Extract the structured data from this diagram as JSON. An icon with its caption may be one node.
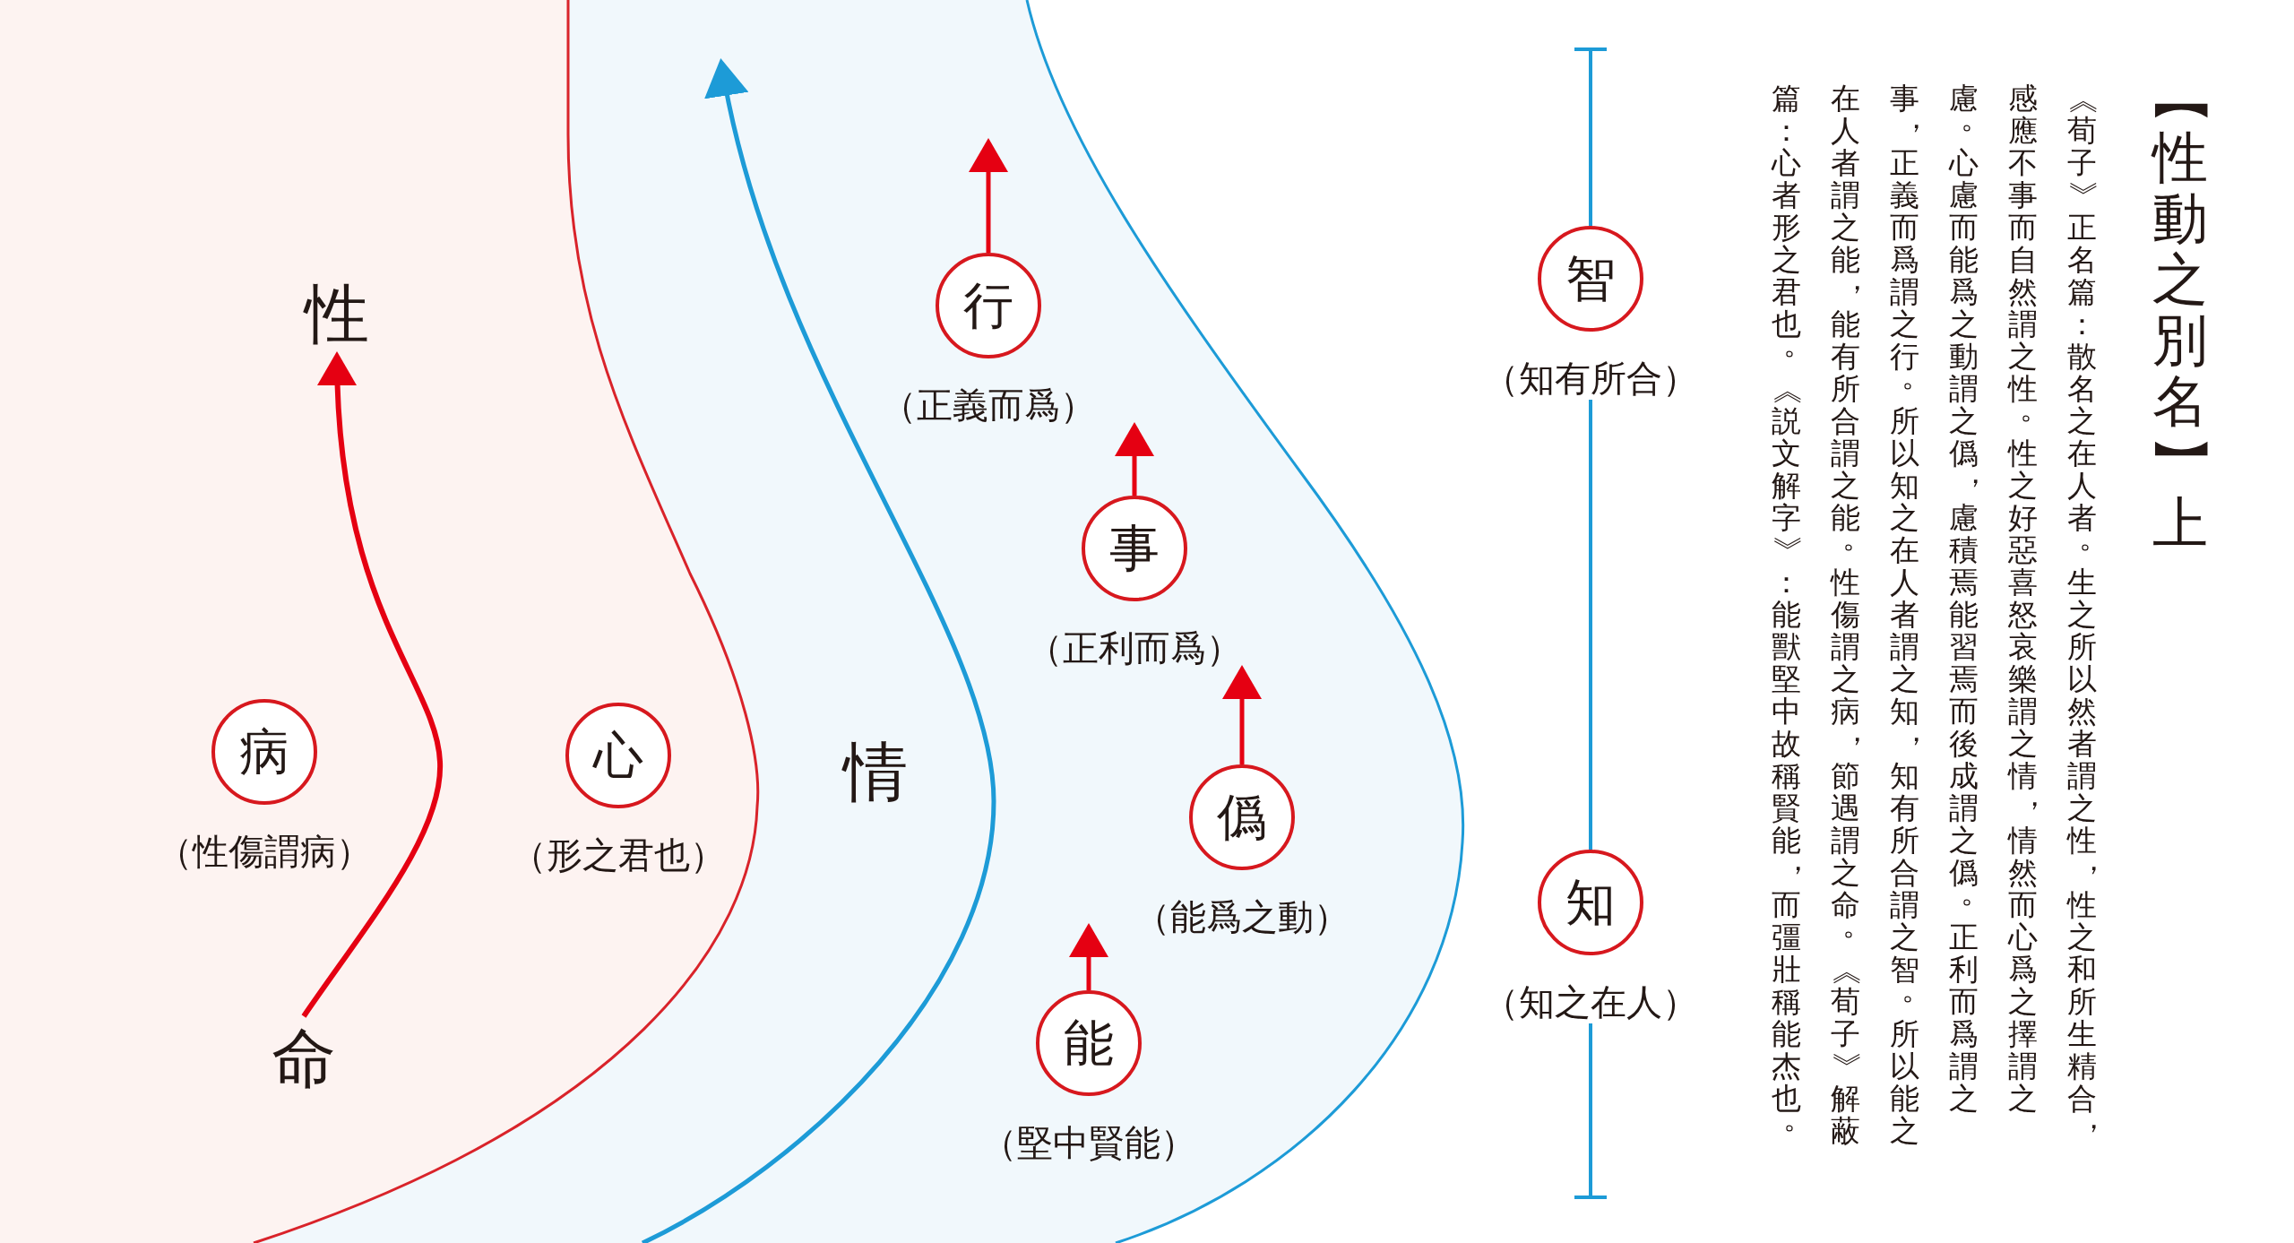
{
  "diagram": {
    "title": "【性動之別名】上",
    "nodes": [
      {
        "text": [],
        "shape": "band"
      },
      {
        "text": [
          "性"
        ],
        "in": 0
      },
      {
        "text": [
          "病"
        ],
        "in": 0,
        "beside": [
          "（性傷謂病）"
        ]
      },
      {
        "text": [
          "心"
        ],
        "in": 0,
        "beside": [
          "（形之君也）"
        ]
      },
      {
        "text": [
          "命"
        ],
        "in": 0
      },
      {
        "text": [
          "情"
        ]
      },
      {
        "text": [
          "行"
        ],
        "in": 5,
        "beside": [
          "（正義而爲）"
        ]
      },
      {
        "text": [
          "事"
        ],
        "in": 5,
        "beside": [
          "（正利而爲）"
        ]
      },
      {
        "text": [
          "僞"
        ],
        "in": 5,
        "beside": [
          "（能爲之動）"
        ]
      },
      {
        "text": [
          "能"
        ],
        "in": 5,
        "beside": [
          "（堅中賢能）"
        ]
      },
      {
        "text": [
          "智"
        ],
        "beside": [
          "（知有所合）"
        ]
      },
      {
        "text": [
          "知"
        ],
        "beside": [
          "（知之在人）"
        ]
      }
    ],
    "edges": [
      {
        "from": 4,
        "to": 1,
        "arrow": "to"
      },
      {
        "from": 6,
        "to": null,
        "arrow": "to"
      },
      {
        "from": 7,
        "to": 6,
        "arrow": "to"
      },
      {
        "from": 8,
        "to": 7,
        "arrow": "to"
      },
      {
        "from": 9,
        "to": null,
        "arrow": "to"
      },
      {
        "from": 11,
        "to": 10,
        "arrow": "none",
        "color": "#1d9bd7"
      },
      {
        "from": 10,
        "to": null,
        "arrow": "other",
        "color": "#1d9bd7"
      },
      {
        "from": 11,
        "to": null,
        "arrow": "other",
        "color": "#1d9bd7"
      }
    ],
    "labels": [
      "《荀子》正名篇：散名之在人者。生之所以然者謂之性，性之和所生精合，感應不事而自然謂之性。性之好惡喜怒哀樂謂之情，情然而心爲之擇謂之慮。心慮而能爲之動謂之僞，慮積焉能習焉而後成謂之僞。正利而爲謂之事，正義而爲謂之行。所以知之在人者謂之知，知有所合謂之智。所以能之在人者謂之能，能有所合謂之能。性傷謂之病，節遇謂之命。《荀子》解蔽篇：心者形之君也。《説文解字》：能獸堅中故稱賢能，而彊壯稱能杰也。"
    ]
  }
}
